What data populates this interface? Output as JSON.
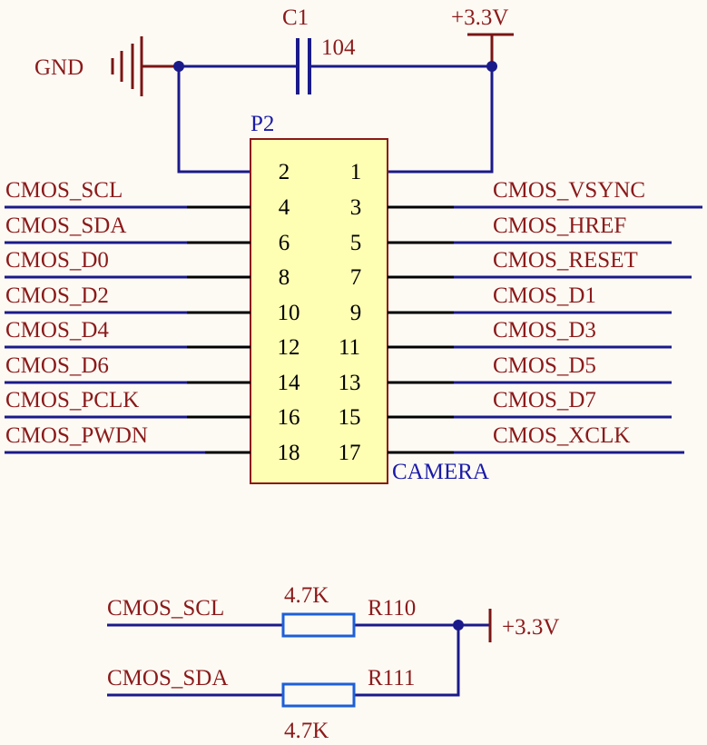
{
  "colors": {
    "background": "#fdfaf4",
    "wire": "#1a1a8a",
    "power": "#7a1515",
    "pin_line": "#000000",
    "net_label": "#8b1a1a",
    "designator": "#1a1aa8",
    "connector_fill": "#ffffb4",
    "connector_border": "#8b1a1a",
    "junction": "#1a1a8a",
    "resistor": "#1d5fd8"
  },
  "capacitor": {
    "designator": "C1",
    "value": "104"
  },
  "power": {
    "top": "+3.3V",
    "gnd": "GND",
    "pullup": "+3.3V"
  },
  "connector": {
    "designator": "P2",
    "comment": "CAMERA",
    "left_pins": [
      "2",
      "4",
      "6",
      "8",
      "10",
      "12",
      "14",
      "16",
      "18"
    ],
    "right_pins": [
      "1",
      "3",
      "5",
      "7",
      "9",
      "11",
      "13",
      "15",
      "17"
    ],
    "left_nets": [
      "CMOS_SCL",
      "CMOS_SDA",
      "CMOS_D0",
      "CMOS_D2",
      "CMOS_D4",
      "CMOS_D6",
      "CMOS_PCLK",
      "CMOS_PWDN"
    ],
    "right_nets": [
      "CMOS_VSYNC",
      "CMOS_HREF",
      "CMOS_RESET",
      "CMOS_D1",
      "CMOS_D3",
      "CMOS_D5",
      "CMOS_D7",
      "CMOS_XCLK"
    ]
  },
  "pullups": [
    {
      "net": "CMOS_SCL",
      "designator": "R110",
      "value": "4.7K"
    },
    {
      "net": "CMOS_SDA",
      "designator": "R111",
      "value": "4.7K"
    }
  ]
}
